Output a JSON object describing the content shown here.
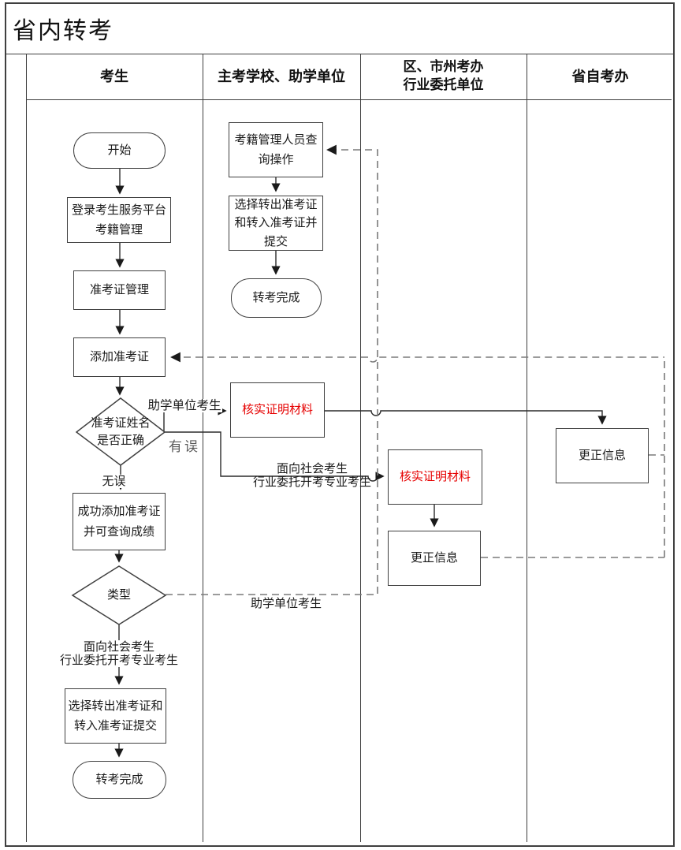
{
  "title": "省内转考",
  "lanes": [
    {
      "label": "考生"
    },
    {
      "label": "主考学校、助学单位"
    },
    {
      "label": "区、市州考办\n行业委托单位"
    },
    {
      "label": "省自考办"
    }
  ],
  "nodes": {
    "start": "开始",
    "login": "登录考生服务平台\n考籍管理",
    "ticket_mgmt": "准考证管理",
    "add_ticket": "添加准考证",
    "name_check": "准考证姓名\n是否正确",
    "success_add": "成功添加准考证\n并可查询成绩",
    "type_check": "类型",
    "choose_submit": "选择转出准考证和\n转入准考证提交",
    "done_candidate": "转考完成",
    "registrar_query": "考籍管理人员查\n询操作",
    "select_submit": "选择转出准考证\n和转入准考证并\n提交",
    "done_school": "转考完成",
    "verify_material_school": "核实证明材料",
    "verify_material_city": "核实证明材料",
    "correct_info_city": "更正信息",
    "correct_info_province": "更正信息"
  },
  "edge_labels": {
    "aid_unit_candidate_top": "助学单位考生",
    "wrong": "有误",
    "correct": "无误",
    "social_candidates_mid": "面向社会考生\n行业委托开考专业考生",
    "social_candidates_bottom": "面向社会考生\n行业委托开考专业考生",
    "aid_unit_candidate_bottom": "助学单位考生"
  },
  "colors": {
    "highlight_red": "#e60000",
    "solid_line": "#2b2b2b",
    "dashed_line": "#7a7a7a",
    "border": "#3f3f3f"
  }
}
